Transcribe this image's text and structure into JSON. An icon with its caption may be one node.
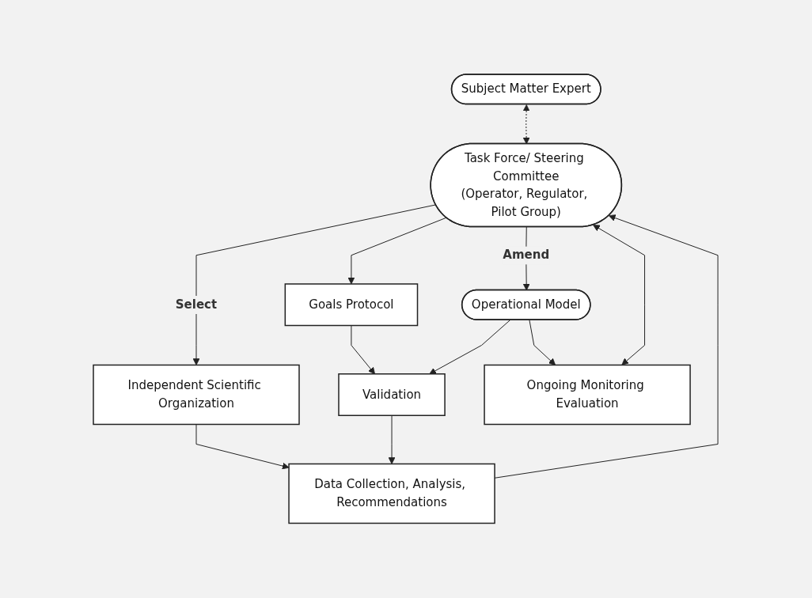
{
  "diagram": {
    "nodes": [
      {
        "text": [
          "Subject Matter Expert"
        ]
      },
      {
        "text": [
          "Task Force/ Steering Committee",
          "(Operator, Regulator, Pilot Group)"
        ]
      },
      {
        "text": [
          "Operational Model"
        ]
      },
      {
        "text": [
          "Goals Protocol"
        ]
      },
      {
        "text": [
          "Independent Scientific Organization"
        ]
      },
      {
        "text": [
          "Validation"
        ]
      },
      {
        "text": [
          "Data Collection, Analysis, Recommendations"
        ]
      },
      {
        "text": [
          "Ongoing Monitoring Evaluation"
        ]
      }
    ],
    "edges": [
      {
        "from": 0,
        "to": 1,
        "arrow": "both",
        "style": "dashed"
      },
      {
        "from": 1,
        "to": 2,
        "arrow": "to",
        "label": "Amend"
      },
      {
        "from": 1,
        "to": 3,
        "arrow": "to"
      },
      {
        "from": 1,
        "to": 4,
        "arrow": "to",
        "label": "Select"
      },
      {
        "from": 3,
        "to": 5,
        "arrow": "to"
      },
      {
        "from": 4,
        "to": 6,
        "arrow": "to"
      },
      {
        "from": 2,
        "to": 5,
        "arrow": "to"
      },
      {
        "from": 5,
        "to": 6,
        "arrow": "to"
      },
      {
        "from": 6,
        "to": 1,
        "arrow": "to"
      },
      {
        "from": 2,
        "to": 7,
        "arrow": "to"
      },
      {
        "from": 7,
        "to": 1,
        "arrow": "both"
      }
    ]
  }
}
